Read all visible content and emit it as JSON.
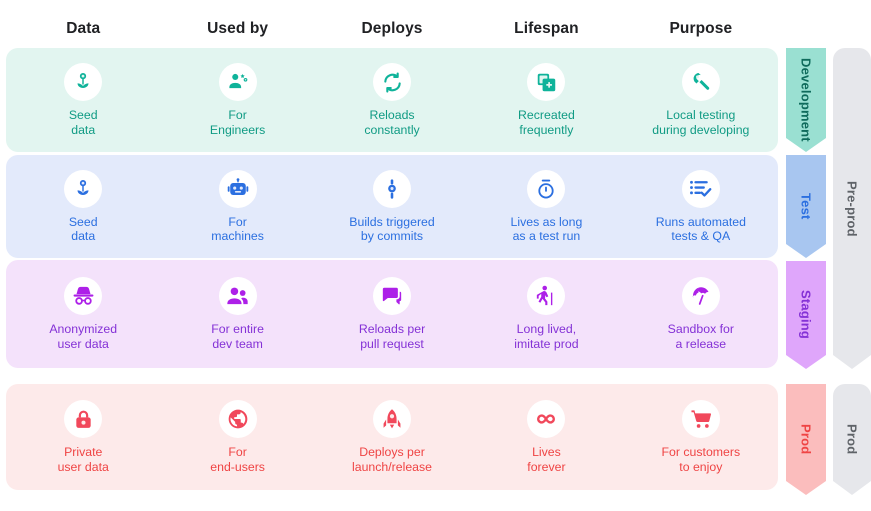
{
  "headers": [
    "Data",
    "Used by",
    "Deploys",
    "Lifespan",
    "Purpose"
  ],
  "colors": {
    "dev_bg": "#e2f5f0",
    "dev_accent": "#109b84",
    "dev_arrow": "#9ae0d2",
    "test_bg": "#e3eafb",
    "test_accent": "#2b6fe0",
    "test_arrow": "#a8c6f0",
    "staging_bg": "#f4e2fb",
    "staging_accent": "#8431d6",
    "staging_arrow": "#dfa6fb",
    "prod_bg": "#fdeaea",
    "prod_accent": "#ef4444",
    "prod_arrow": "#fbbdbd",
    "group_bg": "#e6e7eb",
    "group_text": "#5f6368",
    "header_text": "#202124"
  },
  "rows": [
    {
      "env": "Development",
      "cells": [
        {
          "icon": "seed-flower-icon",
          "text": "Seed\ndata"
        },
        {
          "icon": "engineer-gear-icon",
          "text": "For\nEngineers"
        },
        {
          "icon": "refresh-loop-icon",
          "text": "Reloads\nconstantly"
        },
        {
          "icon": "copy-plus-icon",
          "text": "Recreated\nfrequently"
        },
        {
          "icon": "wrench-icon",
          "text": "Local testing\nduring developing"
        }
      ]
    },
    {
      "env": "Test",
      "cells": [
        {
          "icon": "seed-flower-icon",
          "text": "Seed\ndata"
        },
        {
          "icon": "robot-icon",
          "text": "For\nmachines"
        },
        {
          "icon": "commit-node-icon",
          "text": "Builds triggered\nby commits"
        },
        {
          "icon": "stopwatch-icon",
          "text": "Lives as long\nas a test run"
        },
        {
          "icon": "checklist-icon",
          "text": "Runs automated\ntests & QA"
        }
      ]
    },
    {
      "env": "Staging",
      "cells": [
        {
          "icon": "incognito-icon",
          "text": "Anonymized\nuser data"
        },
        {
          "icon": "people-group-icon",
          "text": "For entire\ndev team"
        },
        {
          "icon": "chat-bubbles-icon",
          "text": "Reloads per\npull request"
        },
        {
          "icon": "elderly-person-icon",
          "text": "Long lived,\nimitate prod"
        },
        {
          "icon": "beach-umbrella-icon",
          "text": "Sandbox for\na release"
        }
      ]
    },
    {
      "env": "Prod",
      "cells": [
        {
          "icon": "lock-icon",
          "text": "Private\nuser data"
        },
        {
          "icon": "globe-public-icon",
          "text": "For\nend-users"
        },
        {
          "icon": "rocket-icon",
          "text": "Deploys per\nlaunch/release"
        },
        {
          "icon": "infinity-icon",
          "text": "Lives\nforever"
        },
        {
          "icon": "shopping-cart-icon",
          "text": "For customers\nto enjoy"
        }
      ]
    }
  ],
  "groups": [
    {
      "label": "Pre-prod"
    },
    {
      "label": "Prod"
    }
  ]
}
